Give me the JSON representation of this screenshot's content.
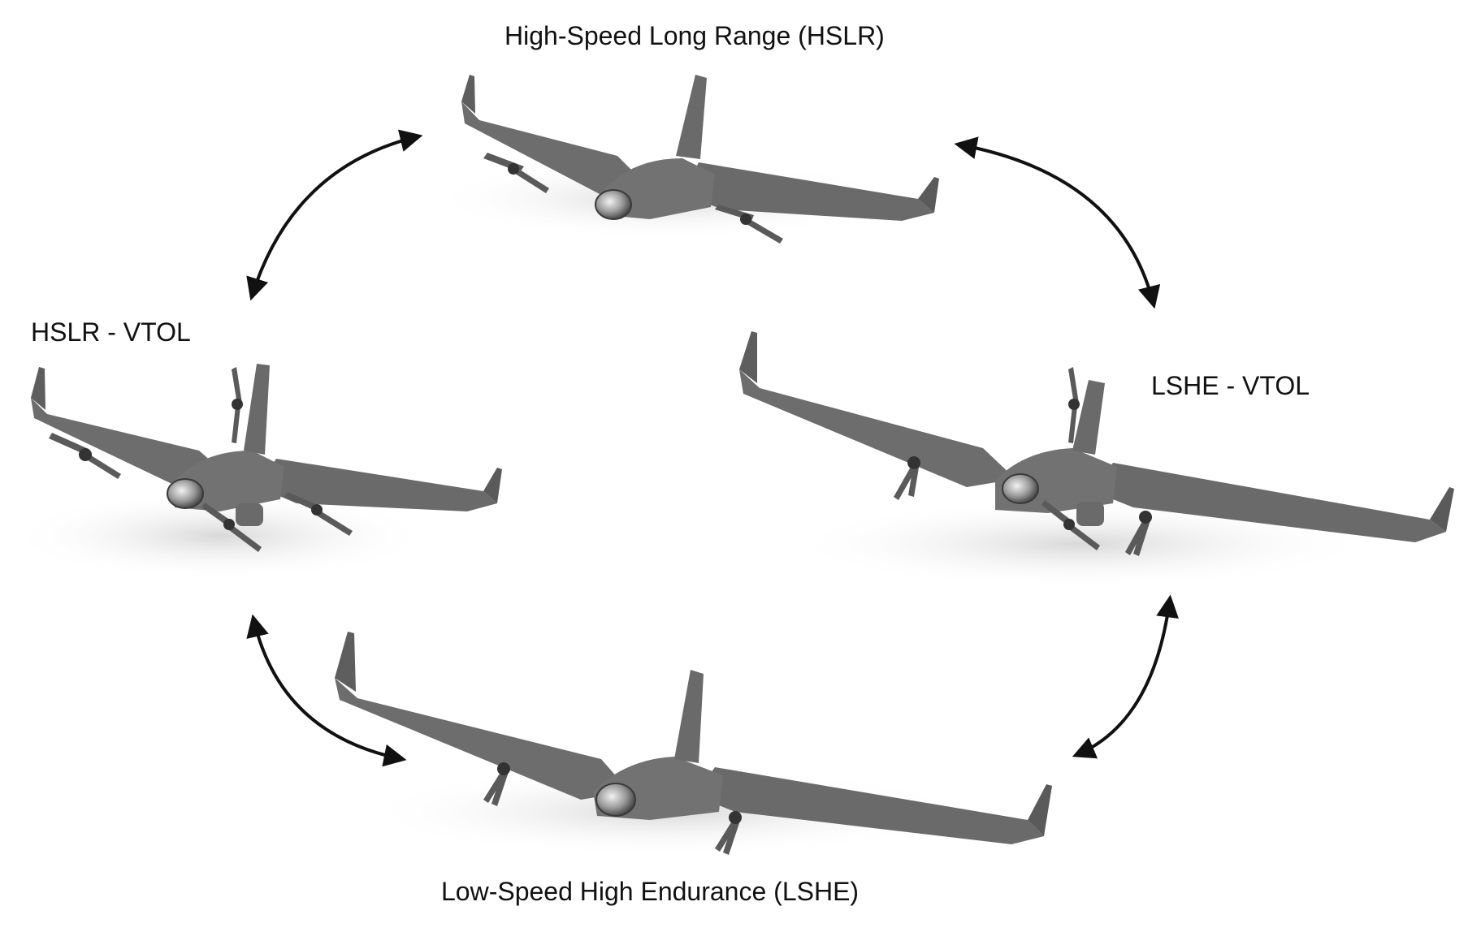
{
  "configurations": {
    "hslr": {
      "label": "High-Speed Long Range (HSLR)"
    },
    "hslr_vtol": {
      "label": "HSLR - VTOL"
    },
    "lshe_vtol": {
      "label": "LSHE - VTOL"
    },
    "lshe": {
      "label": "Low-Speed High Endurance (LSHE)"
    }
  },
  "colors": {
    "aircraft_body": "#6d6d6d",
    "aircraft_shade": "#585858",
    "aircraft_highlight": "#8a8a8a",
    "arrow": "#111111",
    "label_text": "#111111",
    "shadow": "#d8d8d8"
  }
}
